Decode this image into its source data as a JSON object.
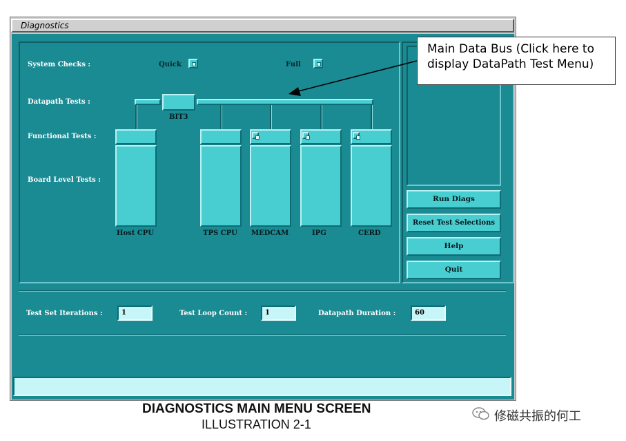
{
  "window": {
    "title": "Diagnostics"
  },
  "rows": {
    "system_checks": "System Checks :",
    "datapath_tests": "Datapath Tests :",
    "functional_tests": "Functional Tests :",
    "board_level_tests": "Board Level Tests :"
  },
  "system_checks": {
    "quick_label": "Quick",
    "full_label": "Full"
  },
  "datapath": {
    "bit3_label": "BIT3"
  },
  "boards": [
    {
      "label": "Host CPU"
    },
    {
      "label": "TPS CPU"
    },
    {
      "label": "MEDCAM"
    },
    {
      "label": "IPG"
    },
    {
      "label": "CERD"
    }
  ],
  "buttons": {
    "run_diags": "Run Diags",
    "reset_test_selections": "Reset Test Selections",
    "help": "Help",
    "quit": "Quit"
  },
  "fields": {
    "test_set_iterations": {
      "label": "Test Set Iterations :",
      "value": "1"
    },
    "test_loop_count": {
      "label": "Test Loop Count :",
      "value": "1"
    },
    "datapath_duration": {
      "label": "Datapath Duration :",
      "value": "60"
    }
  },
  "callout": {
    "text": "Main Data Bus (Click here to display DataPath Test Menu)"
  },
  "caption": {
    "title": "DIAGNOSTICS MAIN MENU SCREEN",
    "subtitle": "ILLUSTRATION 2-1",
    "watermark": "修磁共振的何工"
  },
  "colors": {
    "client_bg": "#1a8a93",
    "element_bg": "#48cdd0",
    "field_bg": "#c8f6f8"
  }
}
